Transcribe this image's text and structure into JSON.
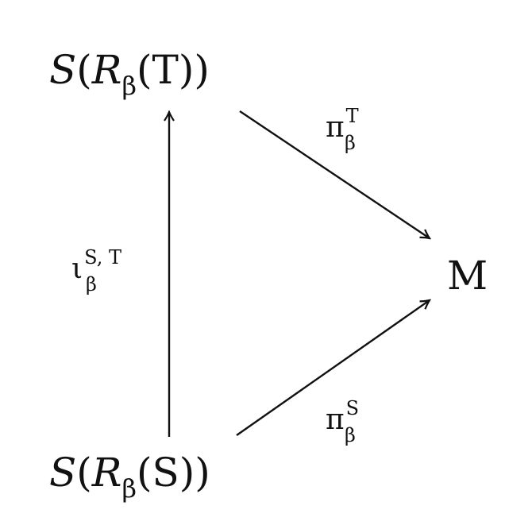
{
  "diagram": {
    "top_node": {
      "script_s": "S",
      "open1": "(",
      "script_r": "R",
      "sub": "β",
      "open2": "(",
      "arg": "T",
      "close": "))"
    },
    "bottom_node": {
      "script_s": "S",
      "open1": "(",
      "script_r": "R",
      "sub": "β",
      "open2": "(",
      "arg": "S",
      "close": "))"
    },
    "right_node": "M",
    "label_top": {
      "base": "π",
      "sub": "β",
      "sup": "T"
    },
    "label_left": {
      "base": "ι",
      "sub": "β",
      "sup": "S, T"
    },
    "label_bottom": {
      "base": "π",
      "sub": "β",
      "sup": "S"
    }
  }
}
